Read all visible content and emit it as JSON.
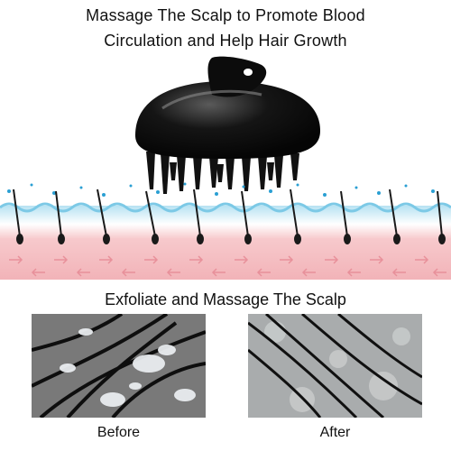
{
  "header": {
    "line1": "Massage The Scalp to Promote Blood",
    "line2": "Circulation and Help Hair Growth"
  },
  "product": {
    "name_icon": "scalp-massager-brush-icon",
    "color": "#0c0c0c"
  },
  "diagram": {
    "colors": {
      "skin_top": "#b7e2f2",
      "skin_bottom": "#f7c9cc",
      "arrows": "#e8909a",
      "droplets": "#2a9fd3",
      "hair": "#1a1a1a"
    }
  },
  "section": {
    "title": "Exfoliate and Massage The Scalp"
  },
  "comparison": {
    "before_label": "Before",
    "after_label": "After"
  }
}
